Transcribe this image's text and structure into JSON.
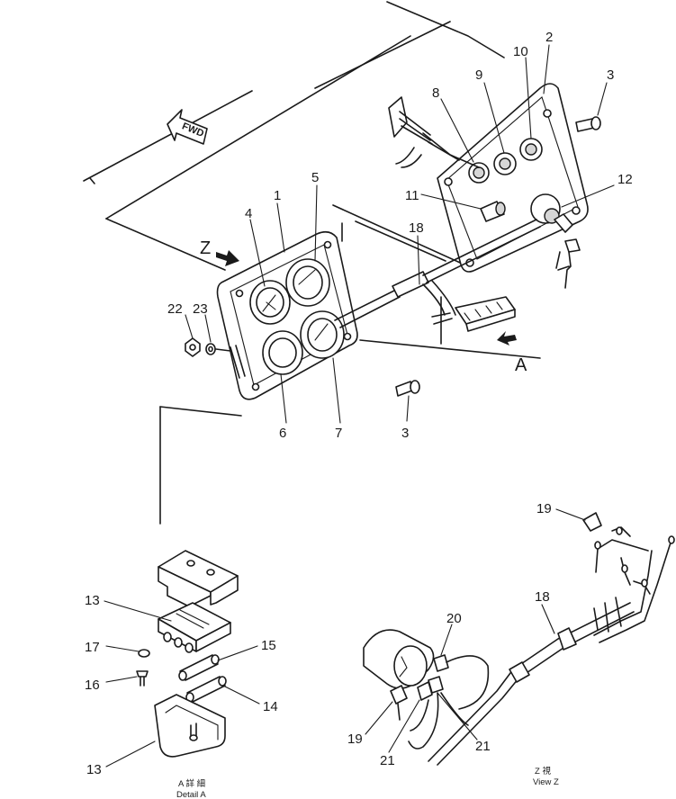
{
  "diagram": {
    "fwd_label": "FWD",
    "view_z_letter": "Z",
    "view_a_letter": "A",
    "callouts": {
      "c1": "1",
      "c2": "2",
      "c3_top": "3",
      "c3_bottom": "3",
      "c4": "4",
      "c5": "5",
      "c6": "6",
      "c7": "7",
      "c8": "8",
      "c9": "9",
      "c10": "10",
      "c11": "11",
      "c12": "12",
      "c13_top": "13",
      "c13_bottom": "13",
      "c14": "14",
      "c15": "15",
      "c16": "16",
      "c17": "17",
      "c18_top": "18",
      "c18_bottom": "18",
      "c19_top": "19",
      "c19_bottom": "19",
      "c20": "20",
      "c21_left": "21",
      "c21_right": "21",
      "c22": "22",
      "c23": "23"
    },
    "detail_a_caption_jp": "A 詳 細",
    "detail_a_caption_en": "Detail A",
    "view_z_caption_jp": "Z 視",
    "view_z_caption_en": "View Z"
  }
}
